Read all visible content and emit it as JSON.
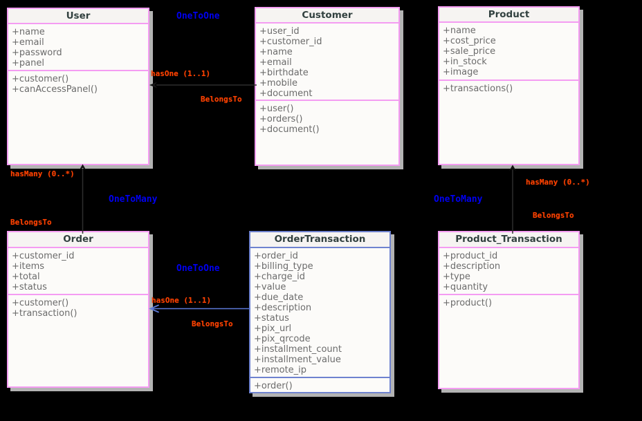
{
  "diagram": {
    "type": "uml-class-diagram",
    "classes": [
      {
        "name": "User",
        "attributes": [
          "+name",
          "+email",
          "+password",
          "+panel"
        ],
        "methods": [
          "+customer()",
          "+canAccessPanel()"
        ],
        "border_color_name": "pink"
      },
      {
        "name": "Customer",
        "attributes": [
          "+user_id",
          "+customer_id",
          "+name",
          "+email",
          "+birthdate",
          "+mobile",
          "+document"
        ],
        "methods": [
          "+user()",
          "+orders()",
          "+document()"
        ],
        "border_color_name": "pink"
      },
      {
        "name": "Product",
        "attributes": [
          "+name",
          "+cost_price",
          "+sale_price",
          "+in_stock",
          "+image"
        ],
        "methods": [
          "+transactions()"
        ],
        "border_color_name": "pink"
      },
      {
        "name": "Order",
        "attributes": [
          "+customer_id",
          "+items",
          "+total",
          "+status"
        ],
        "methods": [
          "+customer()",
          "+transaction()"
        ],
        "border_color_name": "pink"
      },
      {
        "name": "OrderTransaction",
        "attributes": [
          "+order_id",
          "+billing_type",
          "+charge_id",
          "+value",
          "+due_date",
          "+description",
          "+status",
          "+pix_url",
          "+pix_qrcode",
          "+installment_count",
          "+installment_value",
          "+remote_ip"
        ],
        "methods": [
          "+order()"
        ],
        "border_color_name": "blue"
      },
      {
        "name": "Product_Transaction",
        "attributes": [
          "+product_id",
          "+description",
          "+type",
          "+quantity"
        ],
        "methods": [
          "+product()"
        ],
        "border_color_name": "pink"
      }
    ],
    "relationship_labels": [
      {
        "text": "OneToOne",
        "color": "blue"
      },
      {
        "text": "hasOne (1..1)",
        "color": "red"
      },
      {
        "text": "BelongsTo",
        "color": "red"
      },
      {
        "text": "hasMany (0..*)",
        "color": "red"
      },
      {
        "text": "OneToMany",
        "color": "blue"
      },
      {
        "text": "BelongsTo",
        "color": "red"
      },
      {
        "text": "OneToOne",
        "color": "blue"
      },
      {
        "text": "hasOne (1..1)",
        "color": "red"
      },
      {
        "text": "BelongsTo",
        "color": "red"
      },
      {
        "text": "hasMany (0..*)",
        "color": "red"
      },
      {
        "text": "OneToMany",
        "color": "blue"
      },
      {
        "text": "BelongsTo",
        "color": "red"
      }
    ],
    "colors": {
      "background": "#000000",
      "class_fill": "#fcfbf9",
      "title_fill": "#f6f4f2",
      "class_border_pink": "#f49cf2",
      "class_border_blue": "#6e82cf",
      "title_text": "#31403f",
      "member_text": "#6b6b6b",
      "shadow": "#b3b3b3",
      "label_blue": "#0000f0",
      "label_red": "#ff4300",
      "line_black": "#2e2e2e",
      "arrow_black": "#151515",
      "line_blue": "#5c7ad8"
    }
  }
}
